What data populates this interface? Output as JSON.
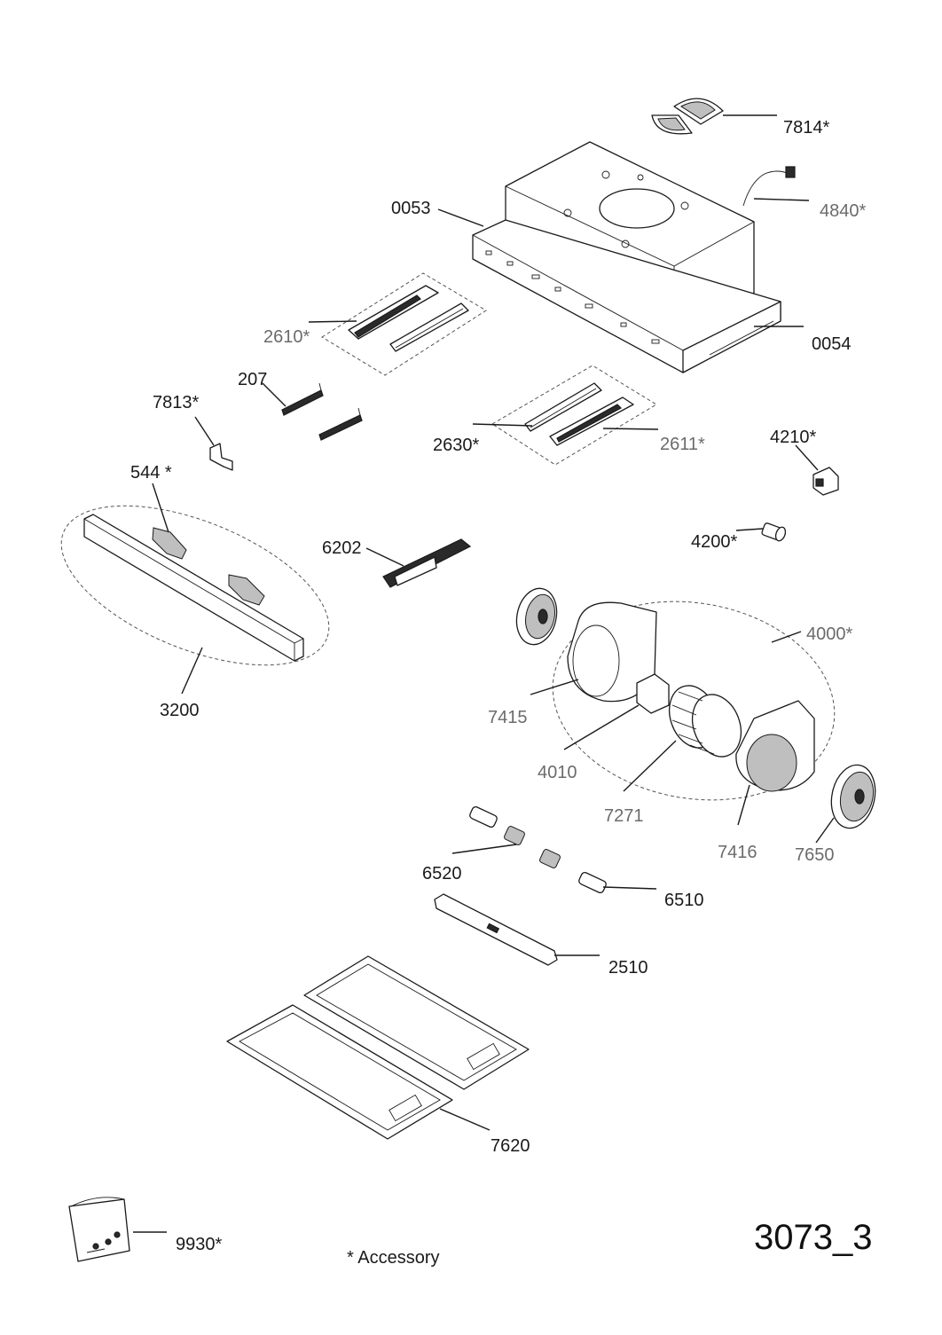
{
  "drawing_id": "3073_3",
  "footnote": "* Accessory",
  "parts": {
    "p7814": "7814*",
    "p4840": "4840*",
    "p0053": "0053",
    "p0054": "0054",
    "p2610": "2610*",
    "p207": "207",
    "p7813": "7813*",
    "p2630": "2630*",
    "p2611": "2611*",
    "p4210": "4210*",
    "p544": "544 *",
    "p4200": "4200*",
    "p6202": "6202",
    "p4000": "4000*",
    "p3200": "3200",
    "p7415": "7415",
    "p4010": "4010",
    "p7271": "7271",
    "p7416": "7416",
    "p7650": "7650",
    "p6520": "6520",
    "p6510": "6510",
    "p2510": "2510",
    "p7620": "7620",
    "p9930": "9930*"
  },
  "colors": {
    "line": "#1a1a1a",
    "accessory_label": "#6b6b6b",
    "background": "#ffffff"
  }
}
